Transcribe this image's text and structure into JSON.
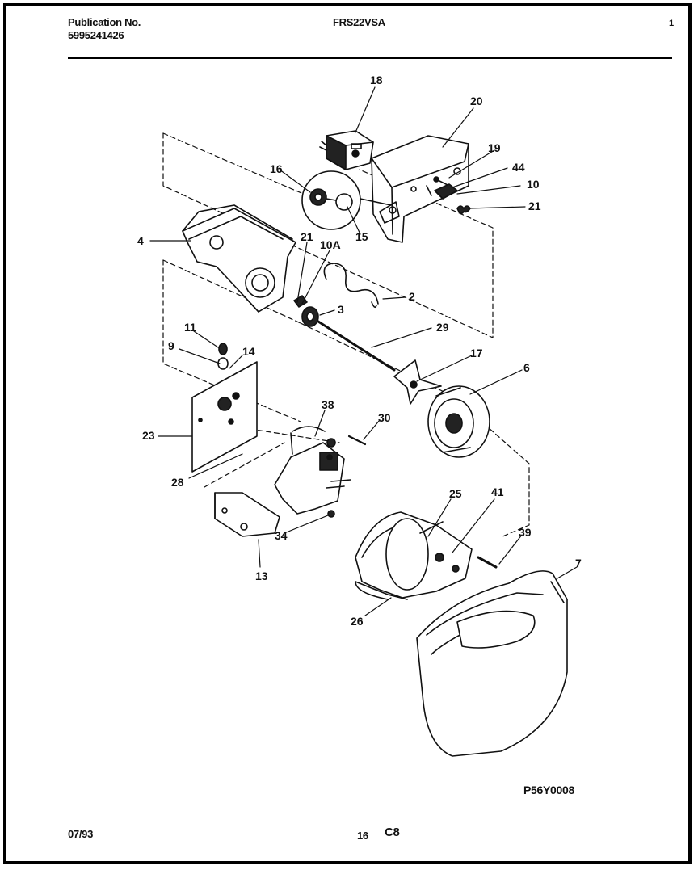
{
  "header": {
    "publication_label": "Publication No.",
    "publication_number": "5995241426",
    "model": "FRS22VSA",
    "page": "1"
  },
  "footer": {
    "date": "07/93",
    "sheet": "16",
    "section": "C8",
    "drawing_id": "P56Y0008"
  },
  "callouts": {
    "c18": "18",
    "c20": "20",
    "c19": "19",
    "c44": "44",
    "c10": "10",
    "c21a": "21",
    "c16": "16",
    "c15": "15",
    "c4": "4",
    "c21b": "21",
    "c10a": "10A",
    "c2": "2",
    "c3": "3",
    "c29": "29",
    "c11": "11",
    "c9": "9",
    "c14": "14",
    "c17": "17",
    "c6": "6",
    "c23": "23",
    "c38": "38",
    "c30": "30",
    "c28": "28",
    "c25": "25",
    "c41": "41",
    "c39": "39",
    "c34": "34",
    "c13": "13",
    "c7": "7",
    "c26": "26"
  },
  "style": {
    "ink": "#111111",
    "paper": "#ffffff"
  }
}
